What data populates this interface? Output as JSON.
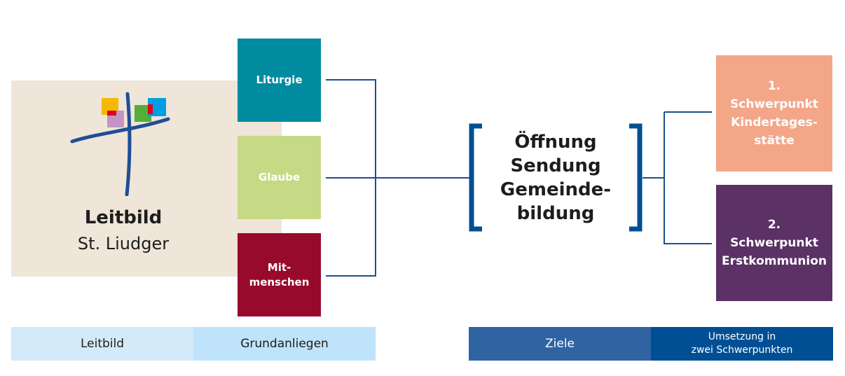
{
  "leitbild": {
    "title": "Leitbild",
    "subtitle": "St. Liudger"
  },
  "grundanliegen": [
    {
      "label": "Liturgie",
      "color": "#008ba0"
    },
    {
      "label": "Glaube",
      "color": "#c6da85"
    },
    {
      "label": "Mit-\nmenschen",
      "color": "#970a2c"
    }
  ],
  "center": {
    "lines": [
      "Öffnung",
      "Sendung",
      "Gemeinde-",
      "bildung"
    ]
  },
  "ziele": [
    {
      "label": "1.\nSchwerpunkt\nKindertages-\nstätte",
      "color": "#f4a688"
    },
    {
      "label": "2.\nSchwerpunkt\nErstkommunion",
      "color": "#5b3166"
    }
  ],
  "footer": {
    "leitbild": "Leitbild",
    "grundanliegen": "Grundanliegen",
    "ziele": "Ziele",
    "umsetzung": "Umsetzung in\nzwei Schwerpunkten"
  },
  "colors": {
    "line": "#1d4f8c",
    "bracket": "#004f94",
    "footer_light1": "#d5eaf8",
    "footer_light2": "#bfe3fa",
    "footer_dark1": "#2f63a1",
    "footer_dark2": "#004f94"
  }
}
